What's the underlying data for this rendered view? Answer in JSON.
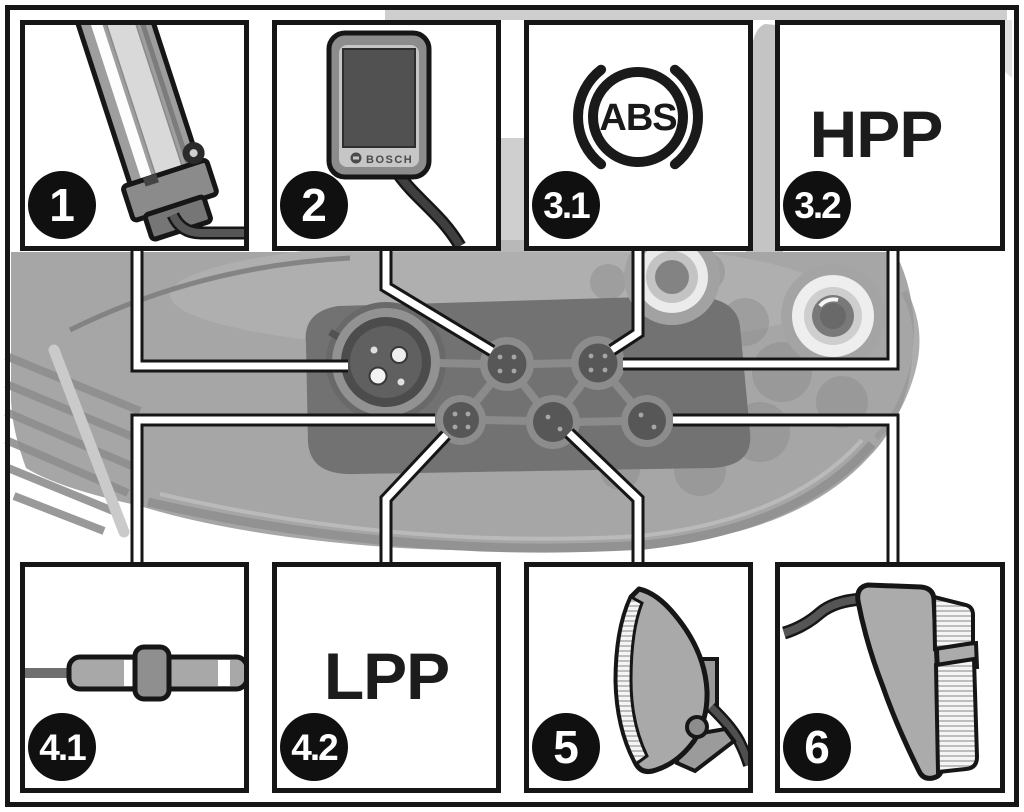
{
  "figure": {
    "type": "connection-diagram",
    "subject": "ebike-drive-unit-connector-panel",
    "boxes": [
      {
        "badge": "1",
        "item": "battery-rail"
      },
      {
        "badge": "2",
        "item": "display",
        "logo_text": "BOSCH"
      },
      {
        "badge": "3.1",
        "item": "abs-symbol",
        "symbol_text": "ABS"
      },
      {
        "badge": "3.2",
        "item": "hpp-port",
        "text": "HPP"
      },
      {
        "badge": "4.1",
        "item": "speed-sensor"
      },
      {
        "badge": "4.2",
        "item": "lpp-port",
        "text": "LPP"
      },
      {
        "badge": "5",
        "item": "headlight"
      },
      {
        "badge": "6",
        "item": "rear-light"
      }
    ],
    "colors": {
      "outline_black": "#161616",
      "callout_white": "#ffffff",
      "motor_body_gray": "#9c9c9c",
      "panel_gray": "#636363",
      "connector_ring": "#7f7f7f",
      "connector_face": "#454545",
      "bearing_light": "#ececec"
    }
  }
}
